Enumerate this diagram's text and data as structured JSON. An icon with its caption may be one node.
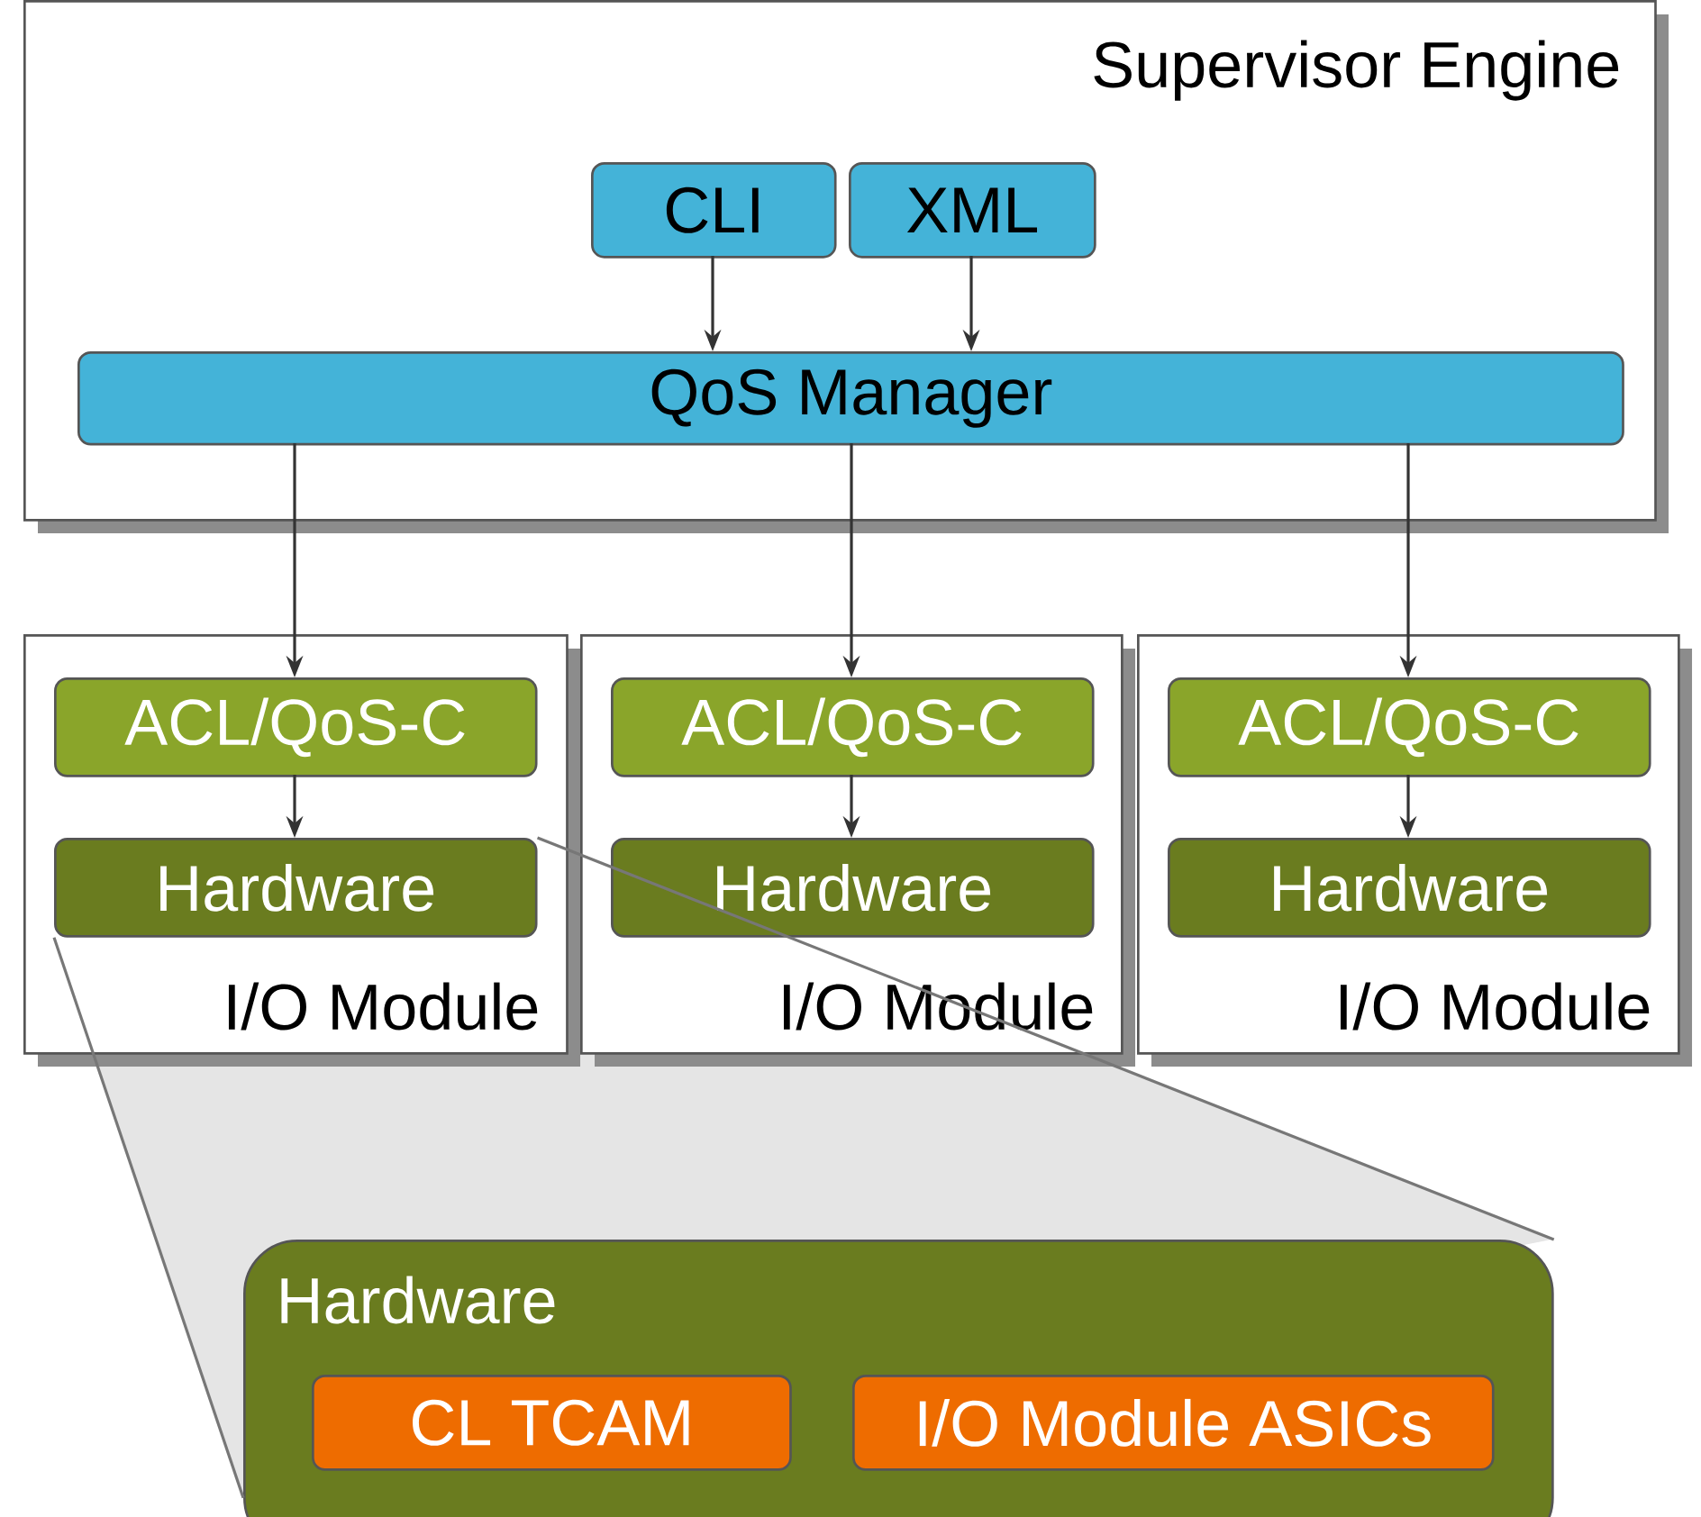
{
  "diagram": {
    "nodes": [
      {
        "text": [
          "Supervisor Engine"
        ]
      },
      {
        "text": [
          "CLI"
        ],
        "in": 0
      },
      {
        "text": [
          "XML"
        ],
        "in": 0
      },
      {
        "text": [
          "QoS Manager"
        ],
        "in": 0
      },
      {
        "text": [
          "I/O Module"
        ]
      },
      {
        "text": [
          "ACL/QoS-C"
        ],
        "in": 4
      },
      {
        "text": [
          "Hardware"
        ],
        "in": 4
      },
      {
        "text": [
          "I/O Module"
        ]
      },
      {
        "text": [
          "ACL/QoS-C"
        ],
        "in": 7
      },
      {
        "text": [
          "Hardware"
        ],
        "in": 7
      },
      {
        "text": [
          "I/O Module"
        ]
      },
      {
        "text": [
          "ACL/QoS-C"
        ],
        "in": 10
      },
      {
        "text": [
          "Hardware"
        ],
        "in": 10
      },
      {
        "text": [
          "Hardware"
        ]
      },
      {
        "text": [
          "CL TCAM"
        ],
        "in": 13
      },
      {
        "text": [
          "I/O Module ASICs"
        ],
        "in": 13
      }
    ],
    "edges": [
      {
        "from": 1,
        "to": 3,
        "arrow": "to"
      },
      {
        "from": 2,
        "to": 3,
        "arrow": "to"
      },
      {
        "from": 3,
        "to": 5,
        "arrow": "to"
      },
      {
        "from": 3,
        "to": 8,
        "arrow": "to"
      },
      {
        "from": 3,
        "to": 11,
        "arrow": "to"
      },
      {
        "from": 5,
        "to": 6,
        "arrow": "to"
      },
      {
        "from": 8,
        "to": 9,
        "arrow": "to"
      },
      {
        "from": 11,
        "to": 12,
        "arrow": "to"
      },
      {
        "from": 6,
        "to": 13,
        "arrow": "none",
        "color": "#777777"
      },
      {
        "from": 6,
        "to": 13,
        "arrow": "none",
        "color": "#777777"
      }
    ]
  }
}
